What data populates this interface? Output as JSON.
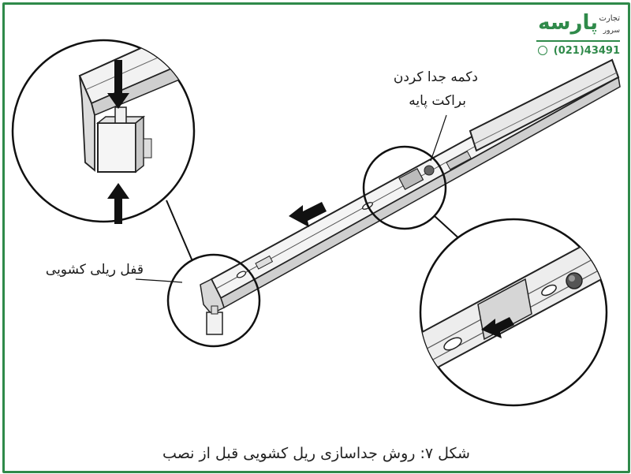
{
  "logo": {
    "brand_text": "پارسه",
    "tagline_top": "تجارت",
    "tagline_bottom": "سرور",
    "phone": "(021)43491",
    "accent_color": "#2f8a4a"
  },
  "labels": {
    "release_button": "دکمه جدا کردن",
    "mount_bracket": "براکت پایه",
    "slide_rail_lock": "قفل ریلی کشویی"
  },
  "caption": "شکل ۷: روش جداسازی ریل کشویی قبل از نصب",
  "icons": [
    "phone-icon",
    "arrow-left-icon",
    "arrow-down-icon",
    "arrow-up-icon"
  ]
}
